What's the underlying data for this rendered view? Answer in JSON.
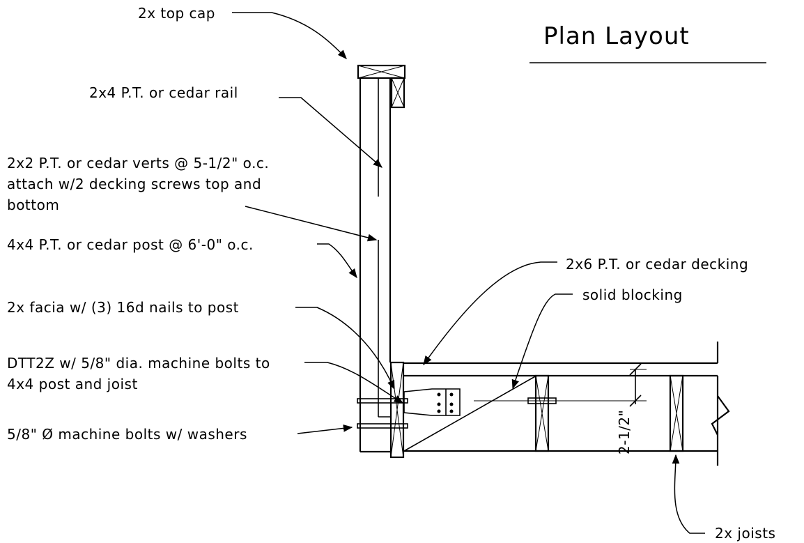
{
  "title": "Plan Layout",
  "labels": {
    "top_cap": "2x top cap",
    "rail": "2x4 P.T. or cedar rail",
    "verts_line1": "2x2 P.T. or cedar verts @ 5-1/2\" o.c.",
    "verts_line2": "attach w/2 decking screws top and",
    "verts_line3": "bottom",
    "post": "4x4 P.T. or cedar post @ 6'-0\" o.c.",
    "facia": "2x facia w/ (3) 16d nails to post",
    "dtt_line1": "DTT2Z w/ 5/8\" dia. machine bolts to",
    "dtt_line2": "4x4 post and joist",
    "bolts": "5/8\" Ø machine bolts w/ washers",
    "decking": "2x6 P.T. or cedar decking",
    "blocking": "solid blocking",
    "joists": "2x joists",
    "dimension": "2-1/2\""
  }
}
